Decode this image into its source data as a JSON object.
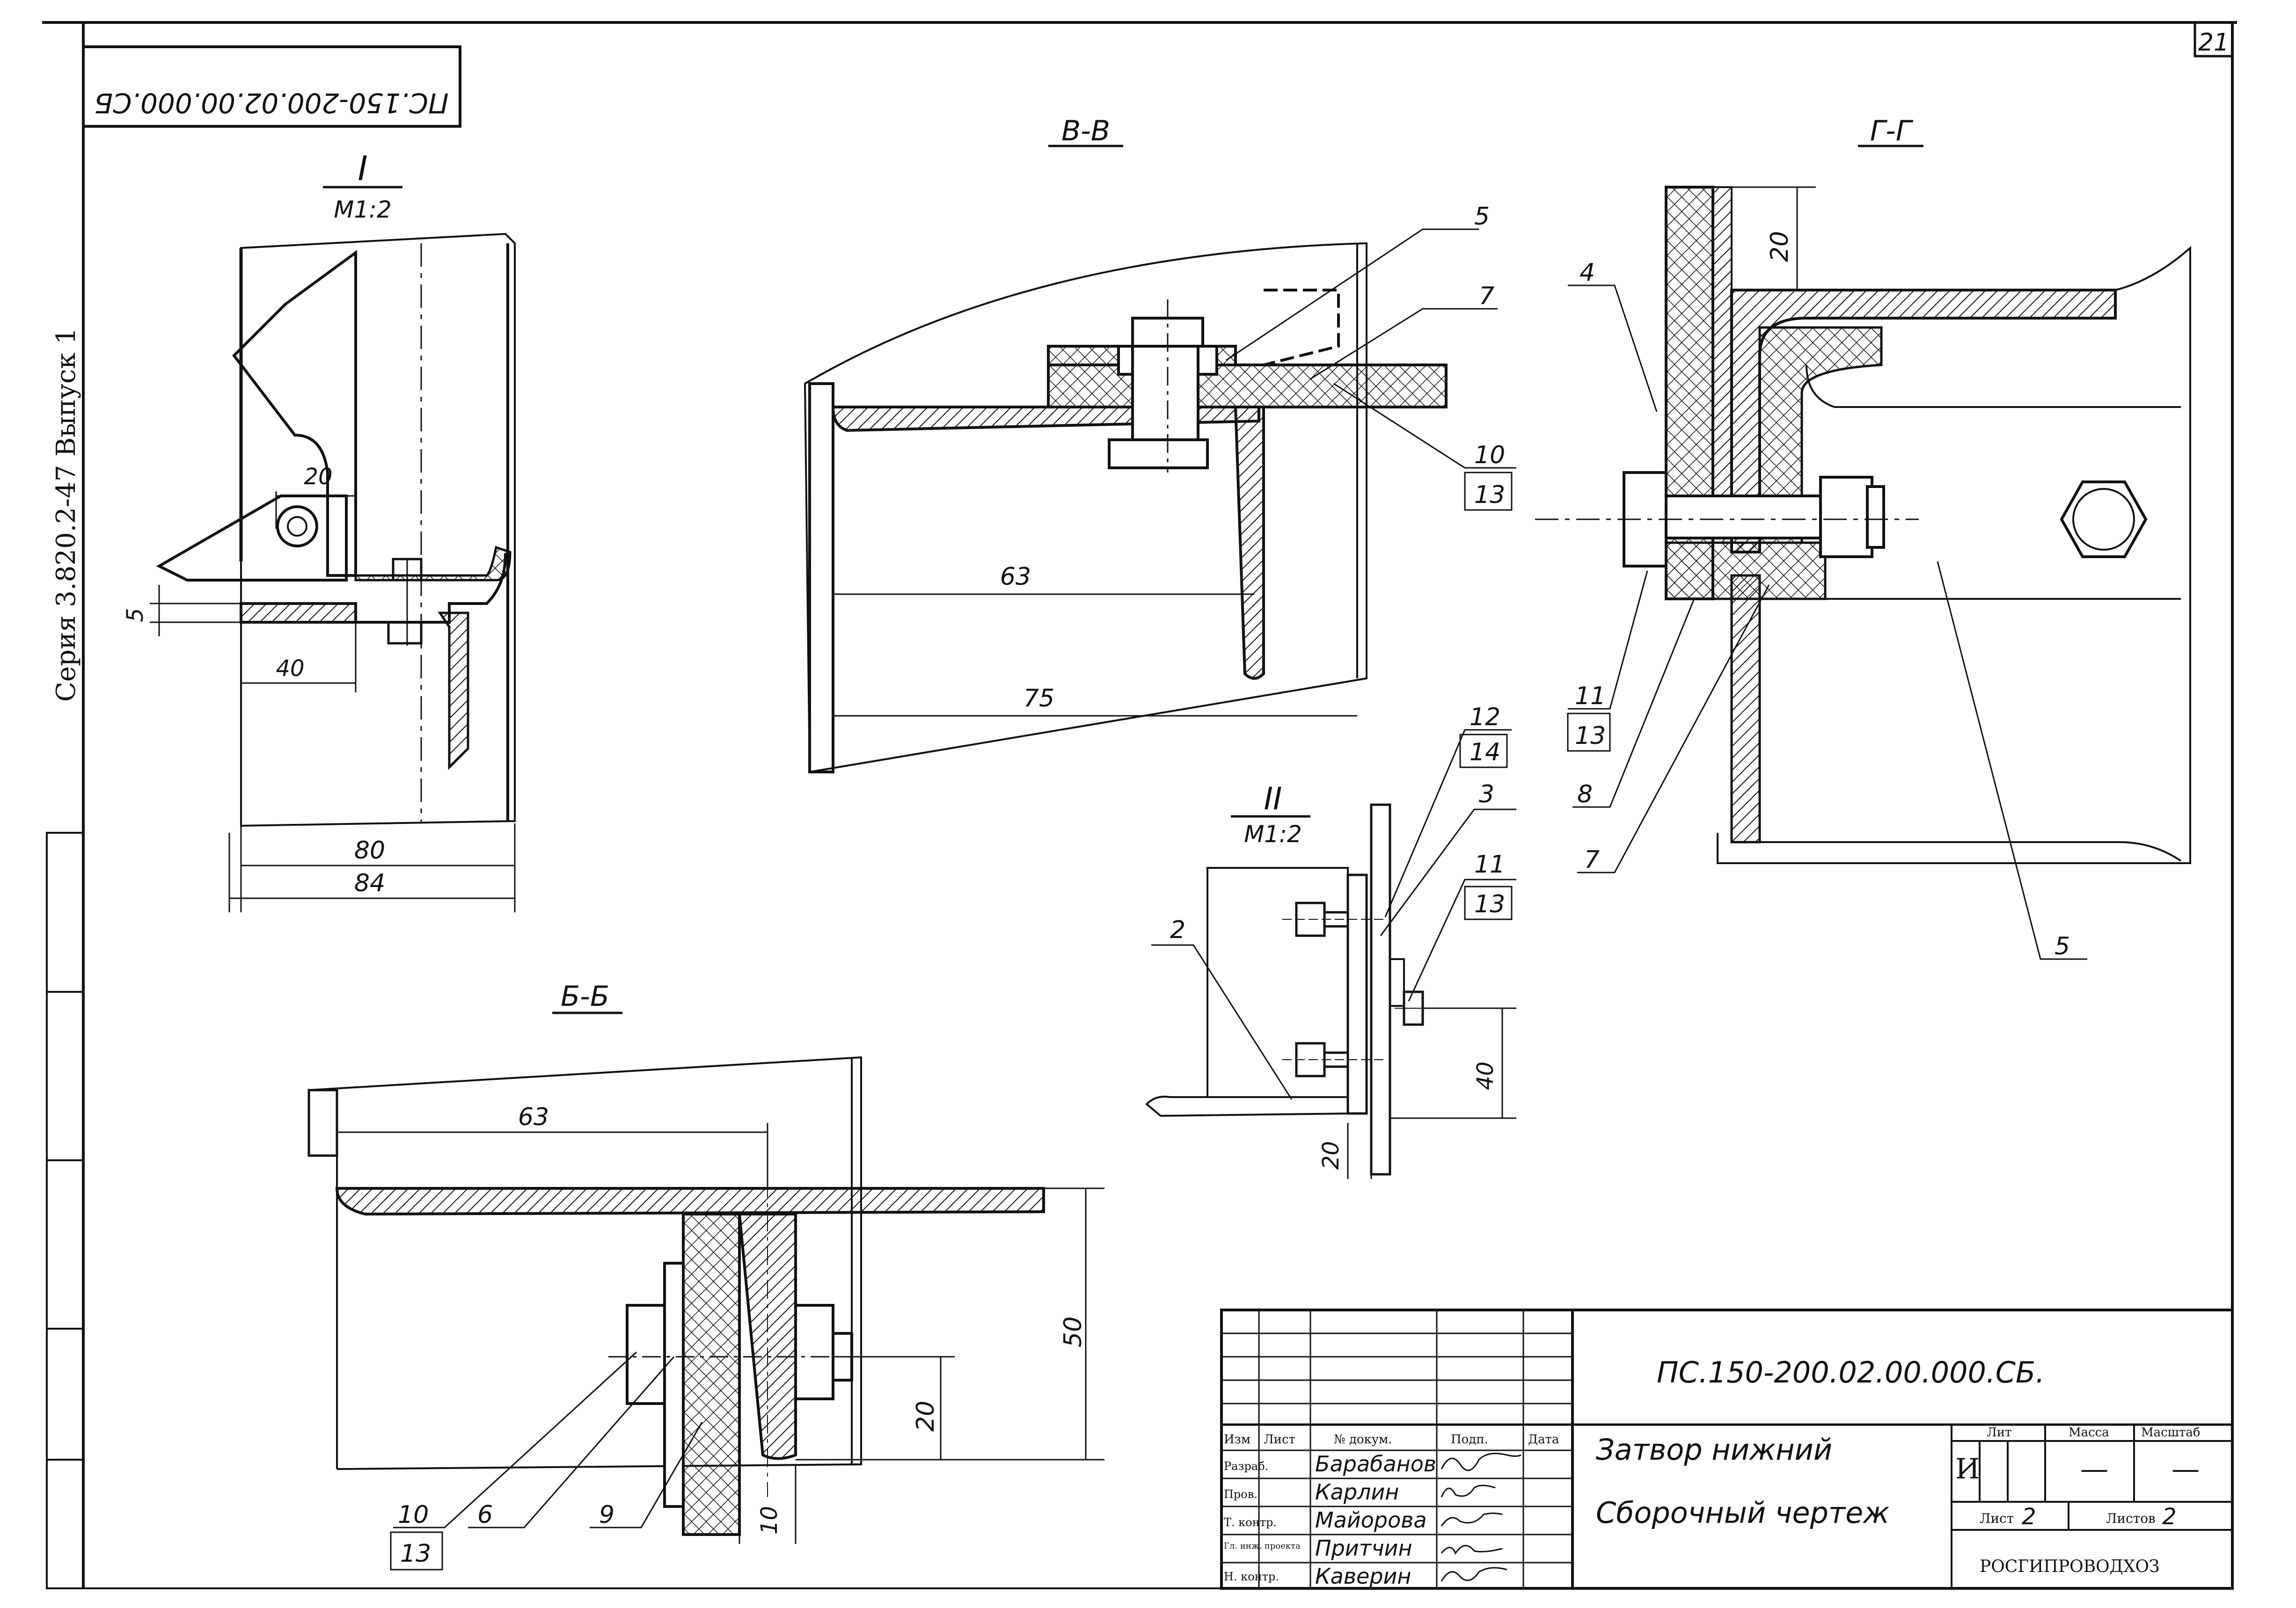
{
  "sheet": {
    "sheet_number": "21",
    "series_note": "Серия 3.820.2-47 Выпуск 1",
    "mirrored_code": "ПС.150-200.02.00.000.СБ"
  },
  "views": {
    "detail_one": {
      "roman": "I",
      "scale": "M1:2",
      "dims": [
        "20",
        "5",
        "40",
        "80",
        "84"
      ]
    },
    "section_vv": {
      "title": "В-В",
      "dims": [
        "63",
        "75"
      ],
      "callouts": [
        "5",
        "7",
        "10",
        "13"
      ]
    },
    "section_gg": {
      "title": "Г-Г",
      "dims": [
        "20"
      ],
      "callouts": [
        "4",
        "11",
        "13",
        "8",
        "7",
        "5"
      ]
    },
    "detail_two": {
      "roman": "II",
      "scale": "M1:2",
      "dims": [
        "40",
        "20"
      ],
      "callouts": [
        "12",
        "14",
        "3",
        "11",
        "13",
        "2"
      ]
    },
    "section_bb": {
      "title": "Б-Б",
      "dims": [
        "63",
        "50",
        "20",
        "10"
      ],
      "callouts": [
        "10",
        "13",
        "6",
        "9"
      ]
    }
  },
  "title_block": {
    "code": "ПС.150-200.02.00.000.СБ.",
    "name_line1": "Затвор нижний",
    "name_line2": "Сборочный чертеж",
    "headers": {
      "izm": "Изм",
      "list": "Лист",
      "doc": "№ докум.",
      "sign": "Подп.",
      "date": "Дата"
    },
    "rows": [
      {
        "role": "Разраб.",
        "name": "Барабанов"
      },
      {
        "role": "Пров.",
        "name": "Карлин"
      },
      {
        "role": "Т. контр.",
        "name": "Майорова"
      },
      {
        "role": "Гл. инж. проекта",
        "name": "Притчин"
      },
      {
        "role": "Н. контр.",
        "name": "Каверин"
      }
    ],
    "lit_label": "Лит",
    "mass_label": "Масса",
    "scale_label": "Масштаб",
    "lit_value": "И",
    "mass_value": "—",
    "scale_value": "—",
    "sheet_label": "Лист",
    "sheet_value": "2",
    "sheets_label": "Листов",
    "sheets_value": "2",
    "org": "РОСГИПРОВОДХОЗ"
  }
}
